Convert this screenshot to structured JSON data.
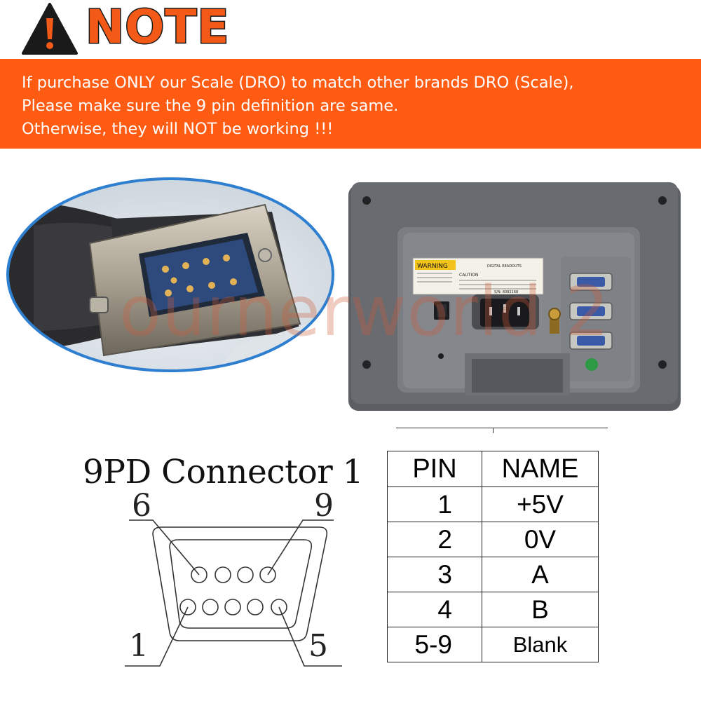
{
  "header": {
    "title": "NOTE",
    "icon": "warning-triangle-icon",
    "accent_color": "#ff5b12"
  },
  "banner": {
    "lines": [
      "If purchase ONLY our Scale (DRO) to match other brands DRO (Scale),",
      "Please make sure the 9 pin definition are same.",
      "Otherwise, they will NOT be working !!!"
    ]
  },
  "watermark": "ournerworld 2",
  "device_label": {
    "warning": "WARNING",
    "caution": "CAUTION",
    "product": "DIGITAL READOUTS",
    "serial": "S/N: 8082168"
  },
  "diagram": {
    "title": "9PD Connector 1",
    "pin_labels": {
      "top_left": "6",
      "top_right": "9",
      "bottom_left": "1",
      "bottom_right": "5"
    }
  },
  "pin_table": {
    "headers": [
      "PIN",
      "NAME"
    ],
    "rows": [
      {
        "pin": "1",
        "name": "+5V"
      },
      {
        "pin": "2",
        "name": "0V"
      },
      {
        "pin": "3",
        "name": "A"
      },
      {
        "pin": "4",
        "name": "B"
      },
      {
        "pin": "5-9",
        "name": "Blank"
      }
    ]
  }
}
